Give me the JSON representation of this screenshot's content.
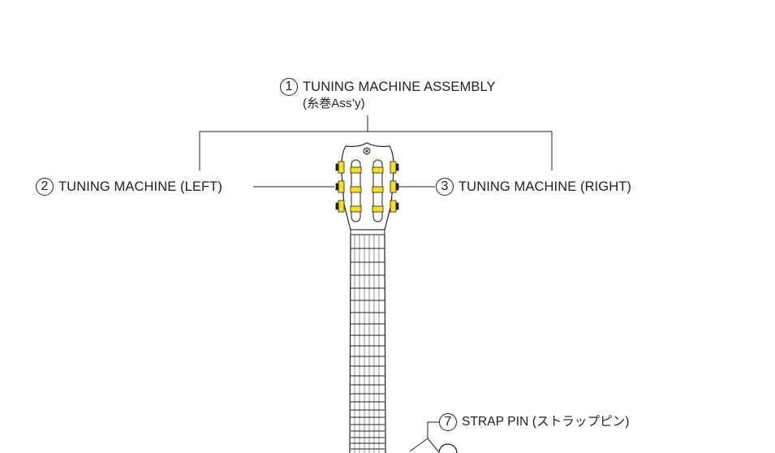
{
  "callouts": {
    "c1": {
      "number": "1",
      "label": "TUNING MACHINE ASSEMBLY",
      "sublabel": "(糸巻Ass’y)"
    },
    "c2": {
      "number": "2",
      "label": "TUNING MACHINE (LEFT)"
    },
    "c3": {
      "number": "3",
      "label": "TUNING MACHINE (RIGHT)"
    },
    "c7": {
      "number": "7",
      "label": "STRAP PIN (ストラップピン)"
    }
  },
  "colors": {
    "line": "#231f20",
    "tuner_yellow": "#f5e21a"
  },
  "icons": {
    "logo": "yamaha-tuning-fork-icon"
  }
}
